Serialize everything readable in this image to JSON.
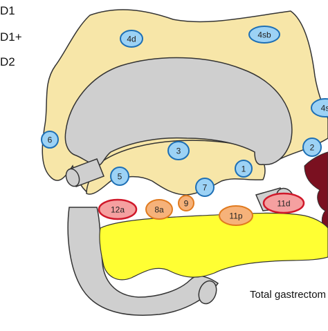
{
  "legend": {
    "items": [
      "D1",
      "D1+",
      "D2"
    ]
  },
  "caption": "Total gastrectom",
  "colors": {
    "omentum_fill": "#f7e6a8",
    "outline": "#333333",
    "stomach_fill": "#cfcfcf",
    "pancreas_fill": "#ffff33",
    "vessel_fill": "#7a1020",
    "node_blue_fill": "#9cd2f5",
    "node_blue_stroke": "#1d6fb5",
    "node_orange_fill": "#f6b27a",
    "node_orange_stroke": "#e07a1e",
    "node_red_fill": "#f5a0a0",
    "node_red_stroke": "#d0182a"
  },
  "nodes": [
    {
      "label": "4d",
      "color": "blue"
    },
    {
      "label": "4sb",
      "color": "blue"
    },
    {
      "label": "4s",
      "color": "blue"
    },
    {
      "label": "6",
      "color": "blue"
    },
    {
      "label": "3",
      "color": "blue"
    },
    {
      "label": "2",
      "color": "blue"
    },
    {
      "label": "5",
      "color": "blue"
    },
    {
      "label": "1",
      "color": "blue"
    },
    {
      "label": "7",
      "color": "blue"
    },
    {
      "label": "9",
      "color": "orange"
    },
    {
      "label": "8a",
      "color": "orange"
    },
    {
      "label": "11p",
      "color": "orange"
    },
    {
      "label": "12a",
      "color": "red"
    },
    {
      "label": "11d",
      "color": "red"
    }
  ]
}
